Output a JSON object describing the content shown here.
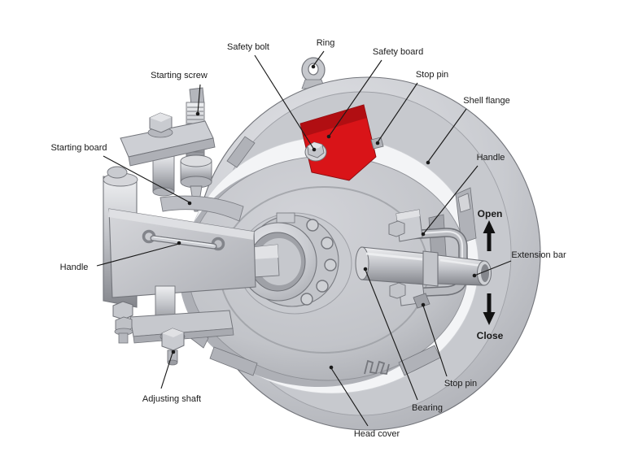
{
  "figure": {
    "type": "technical-diagram",
    "subject": "Quick-opening closure head cover assembly (labeled 3D CAD view)",
    "colors": {
      "background": "#ffffff",
      "metal_light": "#e9eaed",
      "metal_mid": "#c6c8cd",
      "metal_dark": "#8b8d93",
      "outline": "#73757b",
      "safety_board_red": "#d91418",
      "safety_board_red_dark": "#a90d12",
      "label_color": "#1a1a1a"
    }
  },
  "diagram": {
    "callouts": [
      {
        "id": "starting-screw",
        "text": "Starting screw"
      },
      {
        "id": "safety-bolt",
        "text": "Safety bolt"
      },
      {
        "id": "ring",
        "text": "Ring"
      },
      {
        "id": "safety-board",
        "text": "Safety board"
      },
      {
        "id": "stop-pin-top",
        "text": "Stop pin"
      },
      {
        "id": "shell-flange",
        "text": "Shell flange"
      },
      {
        "id": "handle-right",
        "text": "Handle"
      },
      {
        "id": "extension-bar",
        "text": "Extension bar"
      },
      {
        "id": "stop-pin-bottom",
        "text": "Stop pin"
      },
      {
        "id": "bearing",
        "text": "Bearing"
      },
      {
        "id": "head-cover",
        "text": "Head cover"
      },
      {
        "id": "adjusting-shaft",
        "text": "Adjusting shaft"
      },
      {
        "id": "handle-left",
        "text": "Handle"
      },
      {
        "id": "starting-board",
        "text": "Starting board"
      }
    ],
    "directions": {
      "open": "Open",
      "close": "Close"
    }
  }
}
